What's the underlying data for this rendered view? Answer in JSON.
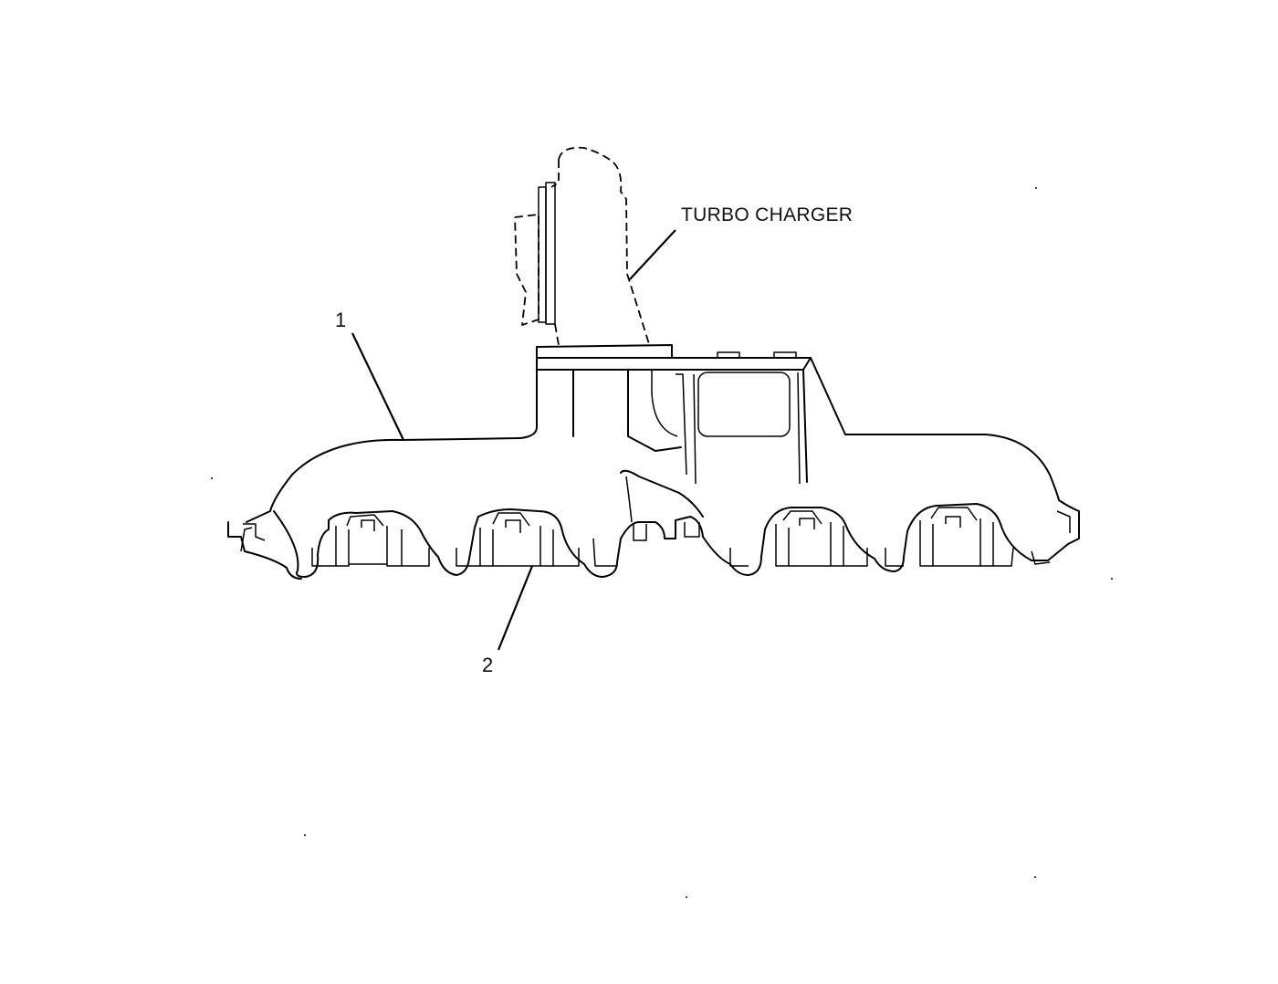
{
  "figure": {
    "labels": {
      "turbocharger": "TURBO CHARGER",
      "part_1": "1",
      "part_2": "2"
    },
    "colors": {
      "line": "#000000",
      "background": "#ffffff"
    }
  }
}
